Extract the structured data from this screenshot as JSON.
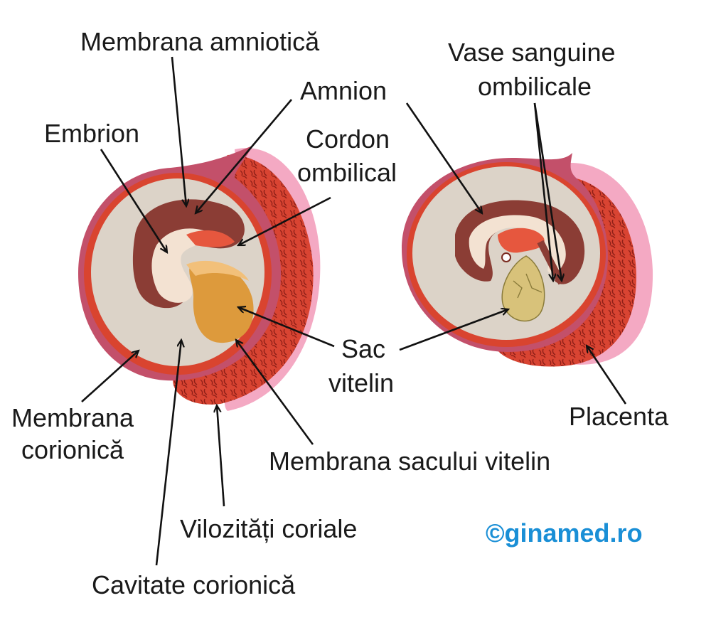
{
  "labels": {
    "membrana_amniotica": "Membrana amniotică",
    "amnion": "Amnion",
    "embrion": "Embrion",
    "cordon_line1": "Cordon",
    "cordon_line2": "ombilical",
    "vase_line1": "Vase sanguine",
    "vase_line2": "ombilicale",
    "sac_line1": "Sac",
    "sac_line2": "vitelin",
    "membrana_corionica_line1": "Membrana",
    "membrana_corionica_line2": "corionică",
    "placenta": "Placenta",
    "membrana_sacului": "Membrana sacului vitelin",
    "vilozitati": "Vilozități coriale",
    "cavitate": "Cavitate corionică"
  },
  "credit": "©ginamed.ro",
  "colors": {
    "credit": "#1a8fd6",
    "chorion_outer": "#c3506a",
    "villi": "#d7402c",
    "pink_halo": "#f3a0bd",
    "cavity": "#dcd3c8",
    "amnion": "#8b3d35",
    "embryo": "#f3e2d2",
    "yolk_sac_early": "#dd9a3c",
    "yolk_sac_late": "#d8c27a"
  }
}
